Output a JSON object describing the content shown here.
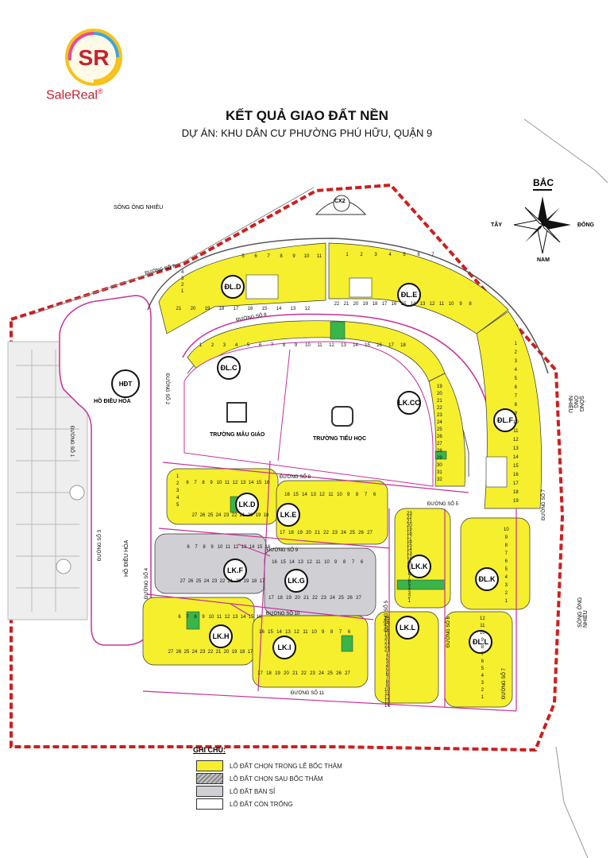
{
  "brand": {
    "logo_initials": "SR",
    "name": "SaleReal",
    "trademark": "®"
  },
  "title": "KẾT QUẢ GIAO ĐẤT NỀN",
  "subtitle": "DỰ ÁN: KHU DÂN CƯ PHƯỜNG PHÚ HỮU, QUẬN 9",
  "compass": {
    "north": "BẮC",
    "south": "NAM",
    "east": "ĐÔNG",
    "west": "TÂY"
  },
  "rivers": {
    "top_left": "SÔNG ÔNG NHIÊU",
    "right_upper": "SÔNG ÔNG NHIÊU",
    "right_lower": "SÔNG ÔNG NHIÊU"
  },
  "landmarks": {
    "hdt": "HĐT",
    "ho_dieu_hoa": "HỒ ĐIỀU HÒA",
    "ho_dieu_hoa_road": "HỒ ĐIỀU HÒA",
    "cx2": "CX2",
    "truong_mau_giao": "TRƯỜNG MẪU GIÁO",
    "truong_tieu_hoc": "TRƯỜNG TIỂU HỌC"
  },
  "roads": {
    "so1": "ĐƯỜNG SỐ 1",
    "so2": "ĐƯỜNG SỐ 2",
    "so3": "ĐƯỜNG SỐ 3",
    "so4": "ĐƯỜNG SỐ 4",
    "so5": "ĐƯỜNG SỐ 5",
    "so5b": "ĐƯỜNG SỐ 5",
    "so6": "ĐƯỜNG SỐ 6",
    "so7a": "ĐƯỜNG SỐ 7",
    "so7b": "ĐƯỜNG SỐ 7",
    "so7c": "ĐƯỜNG SỐ 7",
    "so8a": "ĐƯỜNG SỐ 8",
    "so8b": "ĐƯỜNG SỐ 8",
    "so9": "ĐƯỜNG SỐ 9",
    "so10": "ĐƯỜNG SỐ 10",
    "so11": "ĐƯỜNG SỐ 11"
  },
  "blocks": {
    "dld": "ĐL.D",
    "dle": "ĐL.E",
    "dlc": "ĐL.C",
    "lkcc": "LK.CC",
    "dlf": "ĐL.F",
    "lkd": "LK.D",
    "lke": "LK.E",
    "lkf": "LK.F",
    "lkg": "LK.G",
    "lkh": "LK.H",
    "lki": "LK.I",
    "lkk": "LK.K",
    "dlk": "ĐL.K",
    "lkl": "LK.L",
    "dll": "ĐL.L"
  },
  "lot_numbers": {
    "lkd_top": [
      "6",
      "7",
      "8",
      "9",
      "10",
      "11",
      "12",
      "13",
      "14",
      "15",
      "16"
    ],
    "lkd_bottom": [
      "27",
      "26",
      "25",
      "24",
      "23",
      "22",
      "21",
      "20",
      "19",
      "18"
    ],
    "lke_top": [
      "16",
      "15",
      "14",
      "13",
      "12",
      "11",
      "10",
      "9",
      "8",
      "7",
      "6"
    ],
    "lke_bottom": [
      "17",
      "18",
      "19",
      "20",
      "21",
      "22",
      "23",
      "24",
      "25",
      "26",
      "27"
    ],
    "lkf_top": [
      "6",
      "7",
      "8",
      "9",
      "10",
      "11",
      "12",
      "13",
      "14",
      "15",
      "16"
    ],
    "lkf_bottom": [
      "27",
      "26",
      "25",
      "24",
      "23",
      "22",
      "21",
      "20",
      "19",
      "18",
      "17"
    ],
    "lkg_top": [
      "16",
      "15",
      "14",
      "13",
      "12",
      "11",
      "10",
      "9",
      "8",
      "7",
      "6"
    ],
    "lkg_bottom": [
      "17",
      "18",
      "19",
      "20",
      "21",
      "22",
      "23",
      "24",
      "25",
      "26",
      "27"
    ],
    "lkh_top": [
      "6",
      "7",
      "8",
      "9",
      "10",
      "11",
      "12",
      "13",
      "14",
      "15",
      "16"
    ],
    "lkh_bottom": [
      "27",
      "26",
      "25",
      "24",
      "23",
      "22",
      "21",
      "20",
      "19",
      "18",
      "17"
    ],
    "lki_top": [
      "16",
      "15",
      "14",
      "13",
      "12",
      "11",
      "10",
      "9",
      "8",
      "7",
      "6"
    ],
    "lki_bottom": [
      "17",
      "18",
      "19",
      "20",
      "21",
      "22",
      "23",
      "24",
      "25",
      "26",
      "27"
    ],
    "side_1_5": [
      "1",
      "2",
      "3",
      "4",
      "5"
    ],
    "dld_top": [
      "5",
      "6",
      "7",
      "8",
      "9",
      "10",
      "11"
    ],
    "dld_mid": [
      "4",
      "3",
      "2",
      "1"
    ],
    "dld_row": [
      "21",
      "20",
      "19",
      "18",
      "17",
      "16",
      "15",
      "14",
      "13",
      "12"
    ],
    "dle_top": [
      "1",
      "2",
      "3",
      "4",
      "5",
      "6",
      "7"
    ],
    "dle_row": [
      "22",
      "21",
      "20",
      "19",
      "18",
      "17",
      "16",
      "15",
      "14",
      "13",
      "12",
      "11",
      "10",
      "9",
      "8"
    ],
    "dlc_row": [
      "1",
      "2",
      "3",
      "4",
      "5",
      "6",
      "7",
      "8",
      "9",
      "10",
      "11",
      "12",
      "13",
      "14",
      "15",
      "16",
      "17",
      "18"
    ],
    "lkcc_col": [
      "19",
      "20",
      "21",
      "22",
      "23",
      "24",
      "25",
      "26",
      "27",
      "28",
      "29",
      "30",
      "31",
      "32"
    ],
    "dlf_col": [
      "1",
      "2",
      "3",
      "4",
      "5",
      "6",
      "7",
      "8",
      "9",
      "10",
      "11",
      "12",
      "13",
      "14",
      "15",
      "16",
      "17",
      "18",
      "19"
    ],
    "lkk_col": [
      "23",
      "22",
      "21",
      "20",
      "19",
      "18",
      "17",
      "16",
      "15",
      "14",
      "13",
      "12",
      "11",
      "10",
      "9",
      "8",
      "7",
      "6",
      "5",
      "4",
      "3",
      "2",
      "1"
    ],
    "dlk_col": [
      "10",
      "9",
      "8",
      "7",
      "6",
      "5",
      "4",
      "3",
      "2",
      "1"
    ],
    "lkl_col": [
      "15",
      "16",
      "17",
      "18",
      "19",
      "20",
      "21",
      "22",
      "23",
      "1",
      "2",
      "3",
      "4",
      "5",
      "6",
      "7",
      "8",
      "9",
      "10",
      "11",
      "12",
      "13",
      "14"
    ],
    "dll_col": [
      "12",
      "11",
      "10",
      "9",
      "8",
      "7",
      "6",
      "5",
      "4",
      "3",
      "2",
      "1"
    ]
  },
  "legend": {
    "title": "GHI CHÚ:",
    "items": [
      {
        "label": "LÔ ĐẤT CHỌN TRONG LỄ BỐC THĂM",
        "color": "#f5ef2e"
      },
      {
        "label": "LÔ ĐẤT CHỌN SAU BỐC THĂM",
        "color": "#8a8a8a"
      },
      {
        "label": "LÔ ĐẤT BÁN SỈ",
        "color": "#d0d0d4"
      },
      {
        "label": "LÔ ĐẤT CÒN TRỐNG",
        "color": "#ffffff"
      }
    ]
  },
  "colors": {
    "yellow": "#f5ef2e",
    "grey": "#d0d0d4",
    "green": "#39b54a",
    "road": "#c8309a",
    "boundary": "#cc1f1f"
  }
}
